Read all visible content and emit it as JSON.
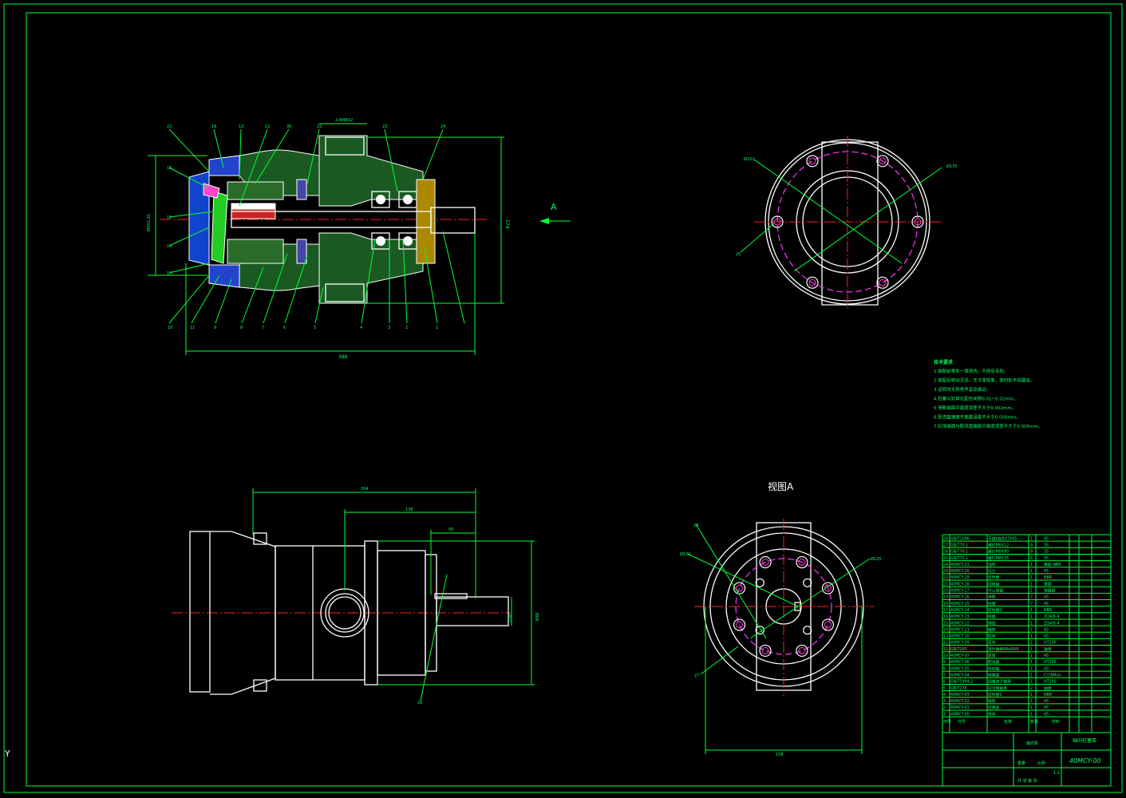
{
  "view_a_label": "A",
  "view_a_title": "视图A",
  "section_dims": {
    "total_length": "386",
    "port": "2-M48X2",
    "left_height": "M6X1.25",
    "right_height": "174"
  },
  "section_balloons_top": [
    "22",
    "18",
    "13",
    "12",
    "35",
    "32",
    "23",
    "24"
  ],
  "section_balloons_left": [
    "16",
    "15",
    "14",
    "17"
  ],
  "section_balloons_bottom": [
    "10",
    "11",
    "9",
    "8",
    "7",
    "6",
    "5",
    "4",
    "3",
    "2",
    "1"
  ],
  "end_view_labels": {
    "bolt_circle": "Ø152",
    "outer": "Ø170",
    "hole": "25"
  },
  "front_view_dims": {
    "d1": "334",
    "d2": "138",
    "d3": "50",
    "d4": "Ø32",
    "d5": "Ø68",
    "balloon": "26"
  },
  "view_a_labels": {
    "a": "28",
    "b": "Ø102",
    "c": "Ø120",
    "d": "27",
    "width": "156"
  },
  "tech_requirements": {
    "title": "技术要求",
    "items": [
      "1  装配前零件一律清洗，不得有毛刺。",
      "2  装配后转动灵活，无卡滞现象，密封处不得漏油。",
      "3  运转时无异常声音及振动。",
      "4  柱塞与缸体孔配合间隙0.01~0.02mm。",
      "5  滑靴端面平面度误差不大于0.002mm。",
      "6  配流盘端面平面度误差不大于0.005mm。",
      "7  缸体端面与配流盘端面平面度误差不大于0.005mm。"
    ]
  },
  "parts_list": {
    "rows": [
      [
        "28",
        "GB/T1096",
        "平键A型8X7X45",
        "1",
        "45"
      ],
      [
        "27",
        "GB/T70.1",
        "螺钉M6X12",
        "4",
        "35"
      ],
      [
        "26",
        "GB/T70.1",
        "螺钉M8X80",
        "8",
        "35"
      ],
      [
        "25",
        "GB/T70.1",
        "螺钉M8X35",
        "6",
        "35"
      ],
      [
        "24",
        "40MCY-21",
        "油封",
        "1",
        "橡胶-NBR"
      ],
      [
        "23",
        "40MCY-20",
        "法兰",
        "1",
        "45"
      ],
      [
        "22",
        "40MCY-19",
        "密封圈",
        "1",
        "NBR"
      ],
      [
        "21",
        "40MCY-18",
        "回程盘",
        "1",
        "青铜"
      ],
      [
        "20",
        "40MCY-17",
        "中心弹簧",
        "1",
        "弹簧钢"
      ],
      [
        "19",
        "40MCY-16",
        "滑靴",
        "7",
        "45"
      ],
      [
        "18",
        "40MCY-15",
        "柱塞",
        "7",
        "45"
      ],
      [
        "17",
        "40MCY-14",
        "密封圈2",
        "1",
        "NBR"
      ],
      [
        "16",
        "40MCY-13",
        "斜盘",
        "1",
        "ZQAl9-4"
      ],
      [
        "15",
        "40MCY-12",
        "球铰",
        "1",
        "ZQAl9-4"
      ],
      [
        "14",
        "40MCY-11",
        "轴套",
        "1",
        "45"
      ],
      [
        "13",
        "40MCY-10",
        "缸体",
        "1",
        "45"
      ],
      [
        "12",
        "40MCY-09",
        "泵体",
        "1",
        "HT200"
      ],
      [
        "11",
        "GB/T283",
        "滚针轴承NA4908",
        "1",
        "轴承"
      ],
      [
        "10",
        "40MCY-07",
        "套筒",
        "1",
        "45"
      ],
      [
        "9",
        "40MCY-06",
        "配油盘",
        "1",
        "HT200"
      ],
      [
        "8",
        "40MCY-05",
        "传动轴",
        "1",
        "45"
      ],
      [
        "7",
        "40MCY-04",
        "前端盖",
        "1",
        "Cr18Mov"
      ],
      [
        "6",
        "GB/T5994.2",
        "圆锥滚子轴承",
        "1",
        "HT200"
      ],
      [
        "5",
        "GB/T276",
        "深沟球轴承",
        "2",
        "轴承"
      ],
      [
        "4",
        "40MCY-03",
        "密封圈1",
        "1",
        "NBR"
      ],
      [
        "3",
        "40MCY-02",
        "隔套",
        "1",
        "45"
      ],
      [
        "2",
        "40MCY-01",
        "后端盖",
        "1",
        "45"
      ],
      [
        "1",
        "40MCY-00",
        "壳体",
        "1",
        "45"
      ]
    ],
    "header": [
      "序号",
      "代号",
      "名称",
      "数量",
      "材料"
    ],
    "title_block": {
      "name": "轴向柱塞泵",
      "code": "40MCY-00",
      "ratio": "1:1",
      "sheet": "共 张 第 张",
      "company": "轴向泵",
      "weight": "重量",
      "scale_label": "比例"
    }
  },
  "ucs_label": "Y"
}
